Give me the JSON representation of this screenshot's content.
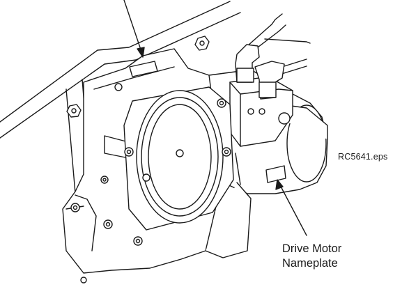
{
  "figure": {
    "file_id": "RC5641.eps",
    "callouts": [
      {
        "line1": "Drive Motor",
        "line2": "Nameplate"
      }
    ]
  },
  "colors": {
    "ink": "#1a1a1a",
    "paper": "#ffffff"
  }
}
